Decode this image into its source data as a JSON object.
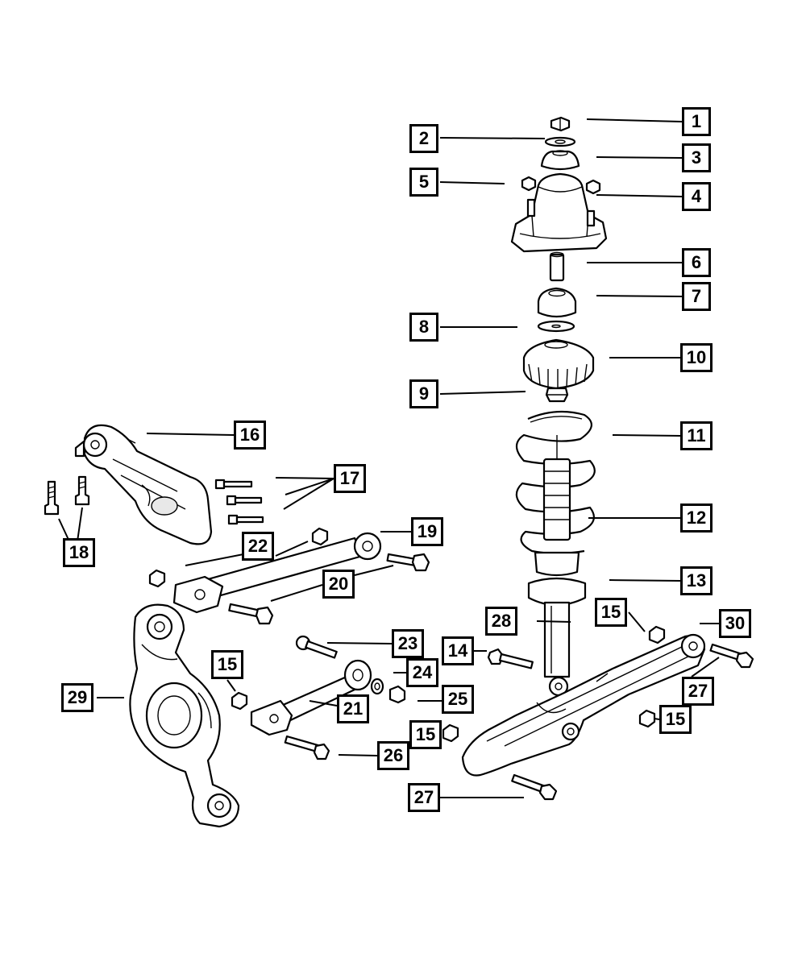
{
  "callouts": [
    {
      "id": "c1",
      "label": "1"
    },
    {
      "id": "c2",
      "label": "2"
    },
    {
      "id": "c3",
      "label": "3"
    },
    {
      "id": "c4",
      "label": "4"
    },
    {
      "id": "c5",
      "label": "5"
    },
    {
      "id": "c6",
      "label": "6"
    },
    {
      "id": "c7",
      "label": "7"
    },
    {
      "id": "c8",
      "label": "8"
    },
    {
      "id": "c9",
      "label": "9"
    },
    {
      "id": "c10",
      "label": "10"
    },
    {
      "id": "c11",
      "label": "11"
    },
    {
      "id": "c12",
      "label": "12"
    },
    {
      "id": "c13",
      "label": "13"
    },
    {
      "id": "c14",
      "label": "14"
    },
    {
      "id": "c15a",
      "label": "15"
    },
    {
      "id": "c15b",
      "label": "15"
    },
    {
      "id": "c15c",
      "label": "15"
    },
    {
      "id": "c15d",
      "label": "15"
    },
    {
      "id": "c16",
      "label": "16"
    },
    {
      "id": "c17",
      "label": "17"
    },
    {
      "id": "c18",
      "label": "18"
    },
    {
      "id": "c19",
      "label": "19"
    },
    {
      "id": "c20",
      "label": "20"
    },
    {
      "id": "c21",
      "label": "21"
    },
    {
      "id": "c22",
      "label": "22"
    },
    {
      "id": "c23",
      "label": "23"
    },
    {
      "id": "c24",
      "label": "24"
    },
    {
      "id": "c25",
      "label": "25"
    },
    {
      "id": "c26",
      "label": "26"
    },
    {
      "id": "c27a",
      "label": "27"
    },
    {
      "id": "c27b",
      "label": "27"
    },
    {
      "id": "c28",
      "label": "28"
    },
    {
      "id": "c29",
      "label": "29"
    },
    {
      "id": "c30",
      "label": "30"
    }
  ]
}
